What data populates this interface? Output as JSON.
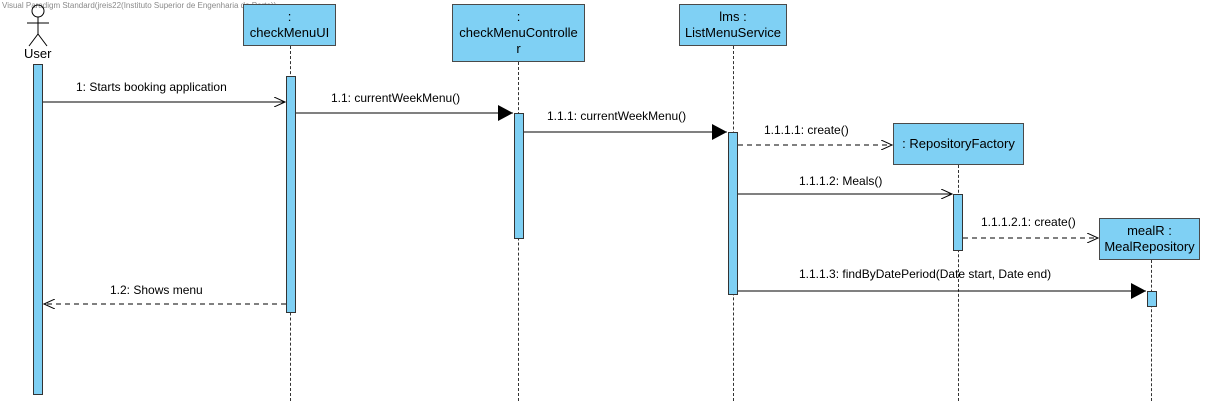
{
  "watermark": "Visual Paradigm Standard(jreis22(Instituto Superior de Engenharia do Porto))",
  "actor": {
    "label": "User",
    "icon": "stick-figure-icon"
  },
  "lifelines": {
    "checkMenuUI": {
      "line1": ":",
      "line2": "checkMenuUI"
    },
    "checkMenuController": {
      "line1": ":",
      "line2": "checkMenuControlle",
      "line3": "r"
    },
    "listMenuService": {
      "line1": "lms :",
      "line2": "ListMenuService"
    },
    "repositoryFactory": {
      "line1": ": RepositoryFactory"
    },
    "mealRepository": {
      "line1": "mealR :",
      "line2": "MealRepository"
    }
  },
  "messages": {
    "m1": "1: Starts booking application",
    "m1_1": "1.1: currentWeekMenu()",
    "m1_1_1": "1.1.1: currentWeekMenu()",
    "m1_1_1_1": "1.1.1.1: create()",
    "m1_1_1_2": "1.1.1.2: Meals()",
    "m1_1_1_2_1": "1.1.1.2.1: create()",
    "m1_1_1_3": "1.1.1.3: findByDatePeriod(Date start, Date end)",
    "m1_2": "1.2: Shows menu"
  },
  "colors": {
    "lifeline_fill": "#7fd0f4",
    "border": "#4a4a4a"
  }
}
